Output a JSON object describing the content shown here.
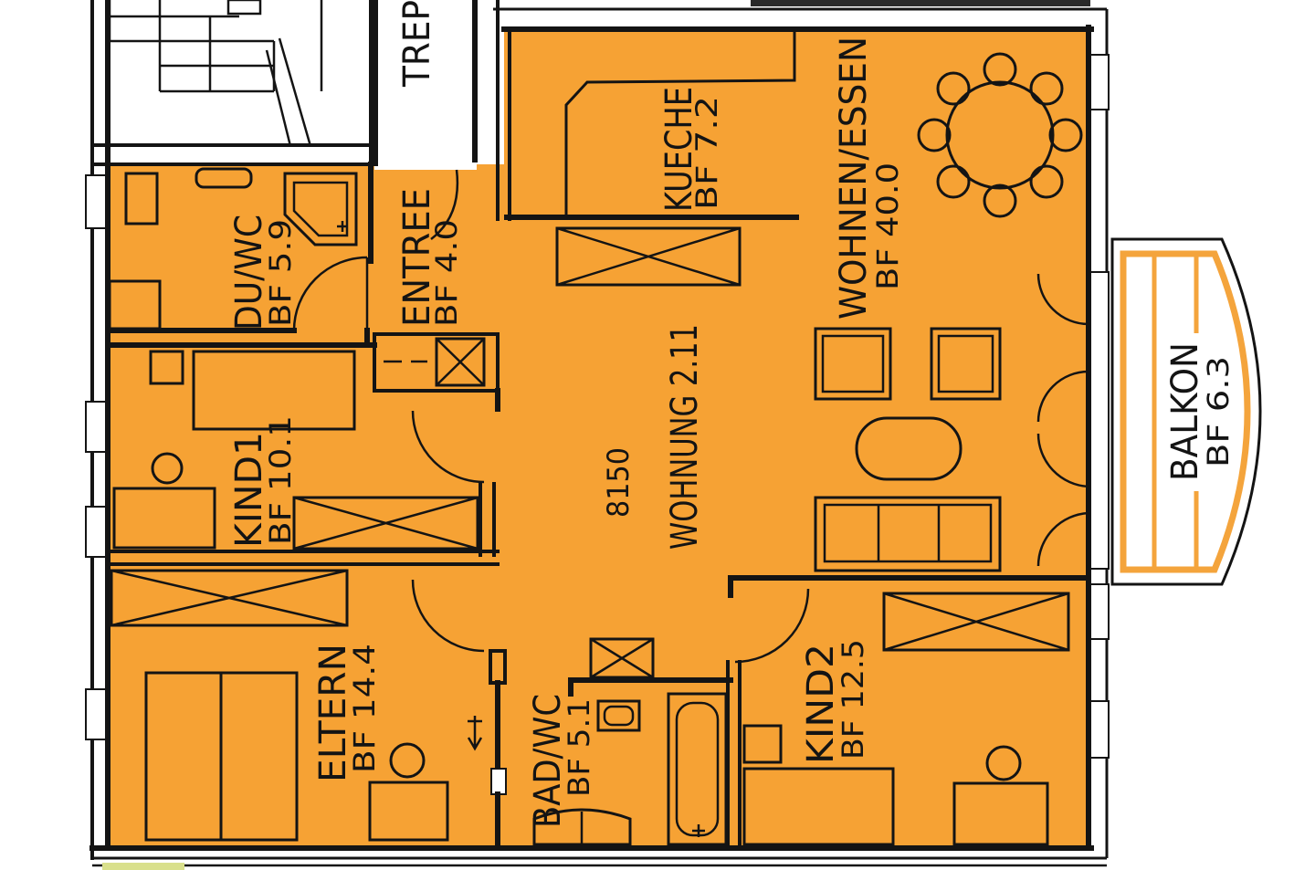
{
  "colors": {
    "floor": "#F6A234",
    "wall": "#141414",
    "balcony": "#F4A43C",
    "background": "#FFFFFF",
    "strip": "#D9E08C"
  },
  "stairwell": {
    "label": "TREP"
  },
  "apartment": {
    "code": "8150",
    "name": "WOHNUNG 2.11"
  },
  "rooms": {
    "du_wc": {
      "name": "DU/WC",
      "area": "BF 5.9"
    },
    "entree": {
      "name": "ENTREE",
      "area": "BF 4.0"
    },
    "kueche": {
      "name": "KUECHE",
      "area": "BF 7.2"
    },
    "wohnen_essen": {
      "name": "WOHNEN/ESSEN",
      "area": "BF 40.0"
    },
    "balkon": {
      "name": "BALKON",
      "area": "BF 6.3"
    },
    "kind1": {
      "name": "KIND1",
      "area": "BF 10.1"
    },
    "eltern": {
      "name": "ELTERN",
      "area": "BF 14.4"
    },
    "bad_wc": {
      "name": "BAD/WC",
      "area": "BF 5.1"
    },
    "kind2": {
      "name": "KIND2",
      "area": "BF 12.5"
    }
  }
}
